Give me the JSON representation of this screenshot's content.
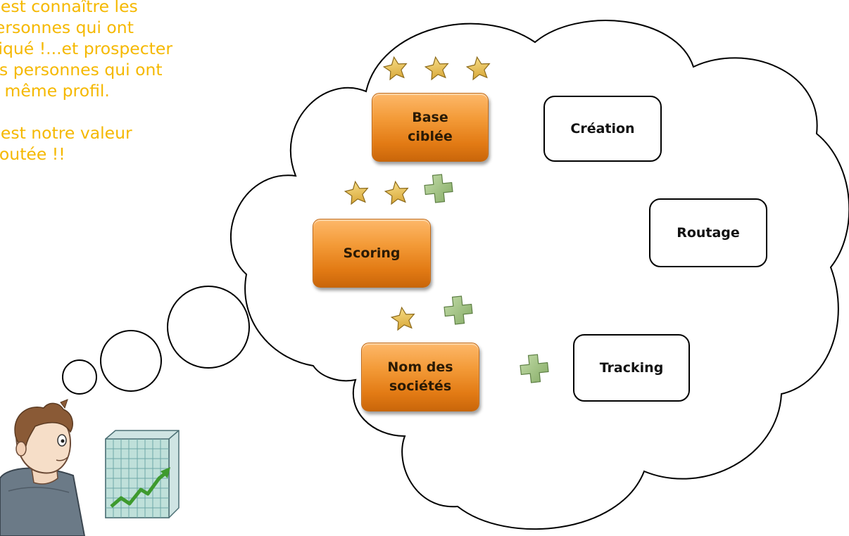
{
  "intro_text": {
    "lines": [
      "C'est connaître les",
      "personnes qui ont",
      "cliqué !...et prospecter",
      "les personnes qui ont",
      "le même profil.",
      "",
      "C'est notre valeur",
      "ajoutée !!"
    ],
    "color": "#F5B800"
  },
  "orange_boxes": [
    {
      "label": "Base\nciblée",
      "stars": 3,
      "plus": 0
    },
    {
      "label": "Scoring",
      "stars": 2,
      "plus": 1
    },
    {
      "label": "Nom des\nsociétés",
      "stars": 1,
      "plus": 1
    }
  ],
  "white_boxes": [
    {
      "label": "Création",
      "plus": 0
    },
    {
      "label": "Routage",
      "plus": 0
    },
    {
      "label": "Tracking",
      "plus": 1
    }
  ],
  "colors": {
    "orange_box": "#F39A37",
    "star": "#E8C04A",
    "plus": "#9DBE7E",
    "outline": "#000000",
    "chart_line": "#3E9A2E"
  },
  "icons": [
    "person-icon",
    "growth-chart-icon",
    "star-icon",
    "plus-icon",
    "thought-cloud"
  ]
}
